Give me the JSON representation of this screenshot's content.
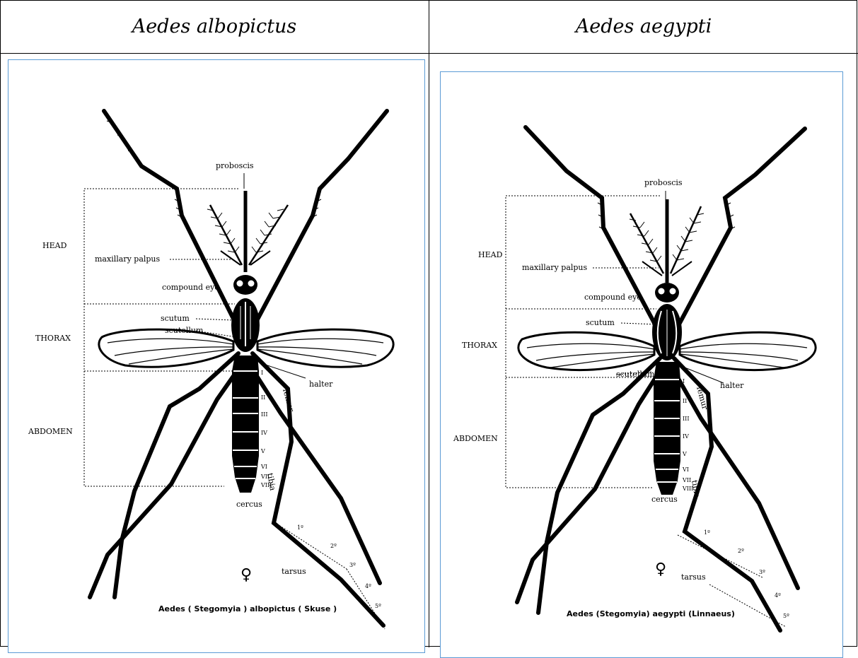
{
  "table": {
    "headers": [
      "Aedes albopictus",
      "Aedes aegypti"
    ]
  },
  "left": {
    "labels": {
      "proboscis": "proboscis",
      "head": "HEAD",
      "maxillary_palpus": "maxillary palpus",
      "compound_eye": "compound eye",
      "scutum": "scutum",
      "scutellum": "scutellum",
      "thorax": "THORAX",
      "halter": "halter",
      "femur": "femur",
      "abdomen": "ABDOMEN",
      "tibia": "tibia",
      "cercus": "cercus",
      "tarsus": "tarsus",
      "female_symbol": "♀"
    },
    "segments": [
      "I",
      "II",
      "III",
      "IV",
      "V",
      "VI",
      "VII",
      "VIII"
    ],
    "tarsal_segments": [
      "1º",
      "2º",
      "3º",
      "4º",
      "5º"
    ],
    "species_title": "Aedes ( Stegomyia ) albopictus ( Skuse )"
  },
  "right": {
    "labels": {
      "proboscis": "proboscis",
      "head": "HEAD",
      "maxillary_palpus": "maxillary palpus",
      "compound_eye": "compound eye",
      "scutum": "scutum",
      "scutellum": "scutellum",
      "thorax": "THORAX",
      "halter": "halter",
      "femur": "femur",
      "abdomen": "ABDOMEN",
      "tibia": "tibia",
      "cercus": "cercus",
      "tarsus": "tarsus",
      "female_symbol": "♀"
    },
    "segments": [
      "I",
      "II",
      "III",
      "IV",
      "V",
      "VI",
      "VII",
      "VIII"
    ],
    "tarsal_segments": [
      "1º",
      "2º",
      "3º",
      "4º",
      "5º"
    ],
    "species_title": "Aedes (Stegomyia) aegypti (Linnaeus)"
  }
}
